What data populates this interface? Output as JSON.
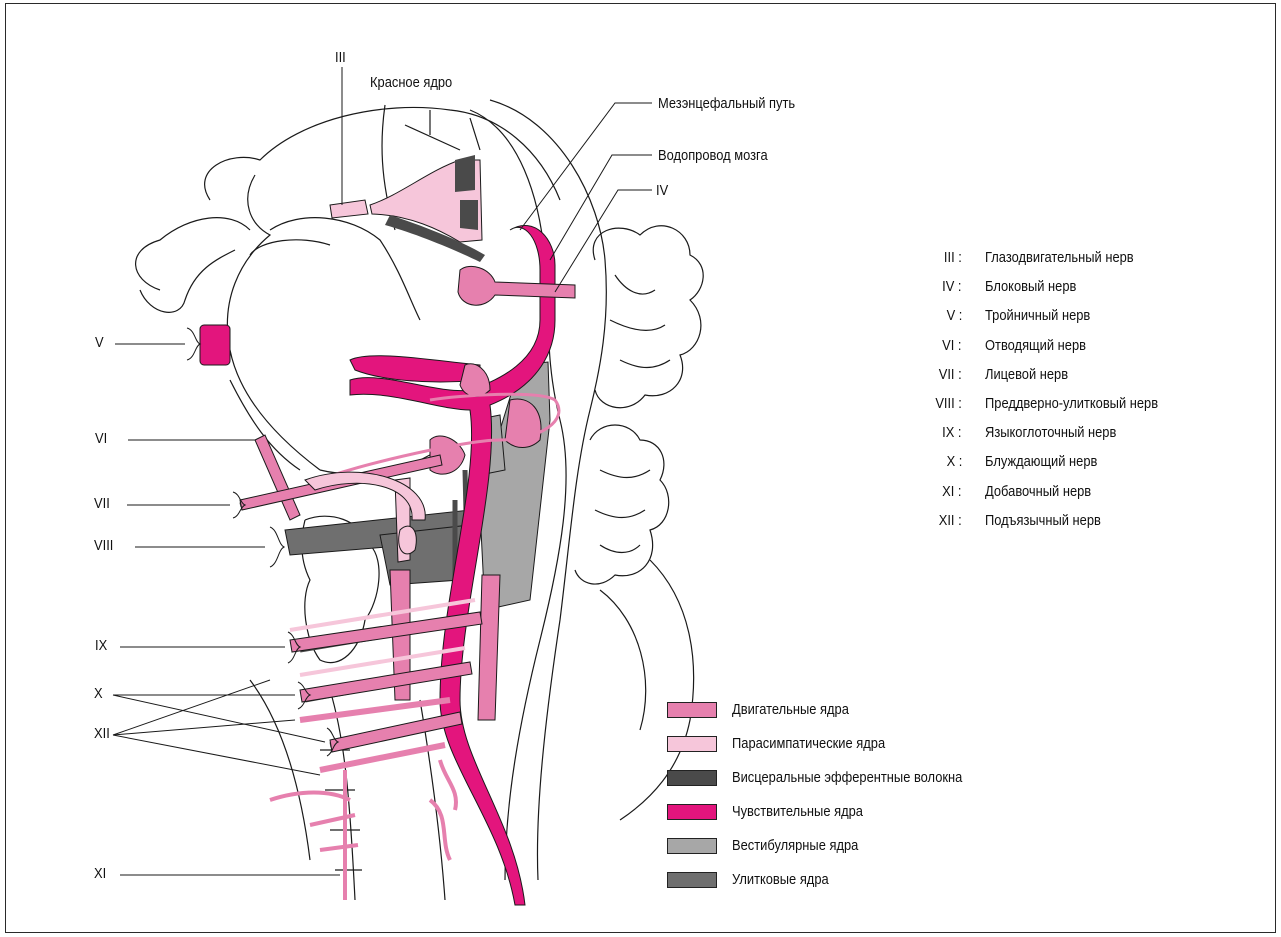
{
  "colors": {
    "motor": "#e680ae",
    "parasympathetic": "#f6c6da",
    "visceral_efferent": "#4a4a4a",
    "sensory": "#e3157d",
    "vestibular": "#a7a7a7",
    "cochlear": "#6f6f6f",
    "outline": "#1a1a1a"
  },
  "top_labels": {
    "iii": "III",
    "red_nucleus": "Красное ядро",
    "mesencephalic_tract": "Мезэнцефальный путь",
    "aqueduct": "Водопровод мозга",
    "iv": "IV"
  },
  "left_labels": {
    "v": "V",
    "vi": "VI",
    "vii": "VII",
    "viii": "VIII",
    "ix": "IX",
    "x": "X",
    "xii": "XII",
    "xi": "XI"
  },
  "nerve_key": [
    {
      "roman": "III :",
      "name": "Глазодвигательный нерв"
    },
    {
      "roman": "IV :",
      "name": "Блоковый нерв"
    },
    {
      "roman": "V :",
      "name": "Тройничный нерв"
    },
    {
      "roman": "VI :",
      "name": "Отводящий нерв"
    },
    {
      "roman": "VII :",
      "name": "Лицевой нерв"
    },
    {
      "roman": "VIII :",
      "name": "Преддверно-улитковый нерв"
    },
    {
      "roman": "IX :",
      "name": "Языкоглоточный нерв"
    },
    {
      "roman": "X :",
      "name": "Блуждающий нерв"
    },
    {
      "roman": "XI :",
      "name": "Добавочный нерв"
    },
    {
      "roman": "XII :",
      "name": "Подъязычный нерв"
    }
  ],
  "legend": [
    {
      "label": "Двигательные ядра",
      "color_key": "motor"
    },
    {
      "label": "Парасимпатические ядра",
      "color_key": "parasympathetic"
    },
    {
      "label": "Висцеральные эфферентные волокна",
      "color_key": "visceral_efferent"
    },
    {
      "label": "Чувствительные ядра",
      "color_key": "sensory"
    },
    {
      "label": "Вестибулярные ядра",
      "color_key": "vestibular"
    },
    {
      "label": "Улитковые ядра",
      "color_key": "cochlear"
    }
  ]
}
